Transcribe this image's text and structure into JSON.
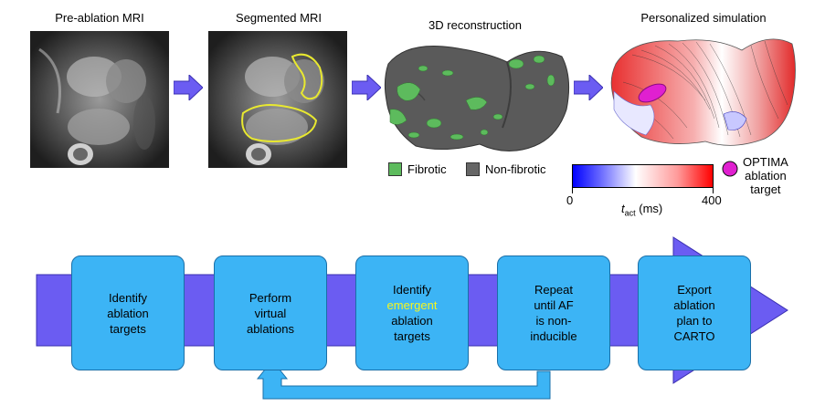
{
  "panels": {
    "pre_mri": "Pre-ablation MRI",
    "seg_mri": "Segmented MRI",
    "recon": "3D reconstruction",
    "sim": "Personalized simulation"
  },
  "legend": {
    "fibrotic": "Fibrotic",
    "non_fibrotic": "Non-fibrotic",
    "fibrotic_color": "#5dbb5d",
    "non_fibrotic_color": "#666666"
  },
  "optima": {
    "line1": "OPTIMA",
    "line2": "ablation",
    "line3": "target",
    "color": "#e020d0"
  },
  "colorbar": {
    "min": "0",
    "max": "400",
    "label_var": "t",
    "label_sub": "act",
    "label_unit": " (ms)"
  },
  "steps": [
    {
      "line1": "Identify",
      "line2": "ablation",
      "line3": "targets"
    },
    {
      "line1": "Perform",
      "line2": "virtual",
      "line3": "ablations"
    },
    {
      "line1": "Identify",
      "line2": "emergent",
      "line3": "ablation",
      "line4": "targets"
    },
    {
      "line1": "Repeat",
      "line2": "until AF",
      "line3": "is non-",
      "line4": "inducible"
    },
    {
      "line1": "Export",
      "line2": "ablation",
      "line3": "plan to",
      "line4": "CARTO"
    }
  ],
  "colors": {
    "step_box": "#3cb4f5",
    "flow_arrow": "#6b5cf2",
    "emergent_text": "#f5f520"
  }
}
